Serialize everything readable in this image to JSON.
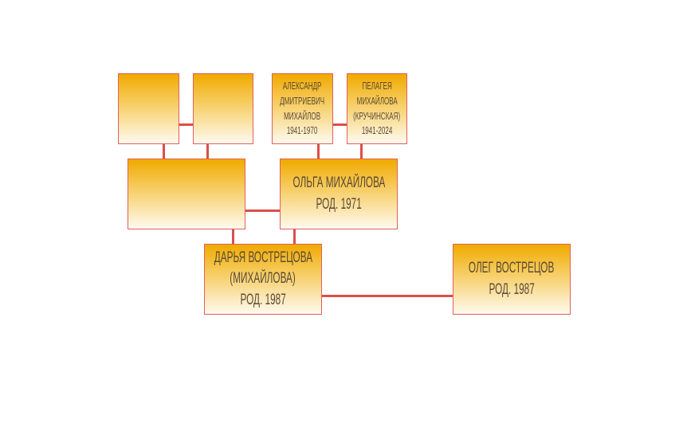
{
  "tree": {
    "grandparents": [
      {
        "lines": []
      },
      {
        "lines": []
      },
      {
        "lines": [
          "АЛЕКСАНДР",
          "ДМИТРИЕВИЧ",
          "МИХАЙЛОВ",
          "1941-1970"
        ]
      },
      {
        "lines": [
          "ПЕЛАГЕЯ",
          "МИХАЙЛОВА",
          "(КРУЧИНСКАЯ)",
          "1941-2024"
        ]
      }
    ],
    "parents": [
      {
        "lines": []
      },
      {
        "lines": [
          "ОЛЬГА МИХАЙЛОВА",
          "РОД. 1971"
        ]
      }
    ],
    "couple": [
      {
        "lines": [
          "ДАРЬЯ ВОСТРЕЦОВА",
          "(МИХАЙЛОВА)",
          "РОД. 1987"
        ]
      },
      {
        "lines": [
          "ОЛЕГ ВОСТРЕЦОВ",
          "РОД. 1987"
        ]
      }
    ]
  },
  "colors": {
    "line": "#d9504a",
    "gradient_top": "#f0aa00",
    "text": "#5a4a35"
  }
}
